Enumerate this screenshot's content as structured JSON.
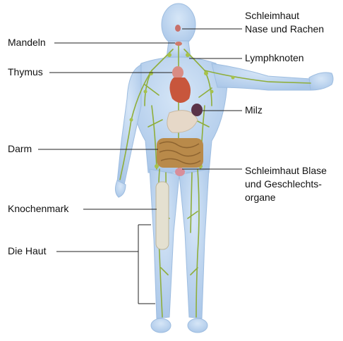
{
  "labels": {
    "schleimhaut_nase_1": "Schleimhaut",
    "schleimhaut_nase_2": "Nase und Rachen",
    "mandeln": "Mandeln",
    "lymphknoten": "Lymphknoten",
    "thymus": "Thymus",
    "milz": "Milz",
    "darm": "Darm",
    "blase_1": "Schleimhaut Blase",
    "blase_2": "und Geschlechts-",
    "blase_3": "organe",
    "knochenmark": "Knochenmark",
    "haut": "Die Haut"
  },
  "colors": {
    "skin": "#b9d3ee",
    "skin_edge": "#8fb2d8",
    "lymph": "#8fae3a",
    "heart": "#c8563c",
    "intestine": "#b98a4a",
    "spleen": "#5a3348",
    "line": "#222222"
  }
}
